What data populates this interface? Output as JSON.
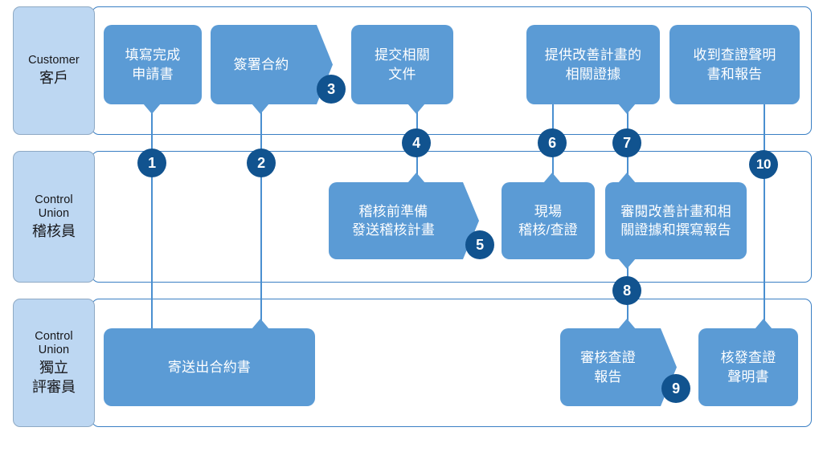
{
  "diagram": {
    "title": "Verification Process Swimlane",
    "colors": {
      "lane_label_fill": "#bdd7f2",
      "lane_border": "#3a7fc4",
      "process_box_fill": "#5b9bd5",
      "step_circle_fill": "#11538f",
      "connector": "#4a8fd0",
      "text_on_box": "#ffffff",
      "text_on_lane": "#17171a"
    }
  },
  "lanes": [
    {
      "id": "customer",
      "label_en": "Customer",
      "label_zh": "客戶"
    },
    {
      "id": "auditor",
      "label_en_line1": "Control",
      "label_en_line2": "Union",
      "label_zh": "稽核員"
    },
    {
      "id": "independent-reviewer",
      "label_en_line1": "Control",
      "label_en_line2": "Union",
      "label_zh_line1": "獨立",
      "label_zh_line2": "評審員"
    }
  ],
  "boxes": {
    "fill_application": "填寫完成\n申請書",
    "fill_application_l1": "填寫完成",
    "fill_application_l2": "申請書",
    "sign_contract": "簽署合約",
    "submit_documents_l1": "提交相關",
    "submit_documents_l2": "文件",
    "provide_evidence_l1": "提供改善計畫的",
    "provide_evidence_l2": "相關證據",
    "receive_statement_l1": "收到查證聲明",
    "receive_statement_l2": "書和報告",
    "pre_audit_prep_l1": "稽核前準備",
    "pre_audit_prep_l2": "發送稽核計畫",
    "onsite_audit_l1": "現場",
    "onsite_audit_l2": "稽核/查證",
    "review_plan_l1": "審閱改善計畫和相",
    "review_plan_l2": "關證據和撰寫報告",
    "send_contract": "寄送出合約書",
    "review_report_l1": "審核查證",
    "review_report_l2": "報告",
    "issue_statement_l1": "核發查證",
    "issue_statement_l2": "聲明書"
  },
  "steps": [
    {
      "n": "1"
    },
    {
      "n": "2"
    },
    {
      "n": "3"
    },
    {
      "n": "4"
    },
    {
      "n": "5"
    },
    {
      "n": "6"
    },
    {
      "n": "7"
    },
    {
      "n": "8"
    },
    {
      "n": "9"
    },
    {
      "n": "10"
    }
  ]
}
